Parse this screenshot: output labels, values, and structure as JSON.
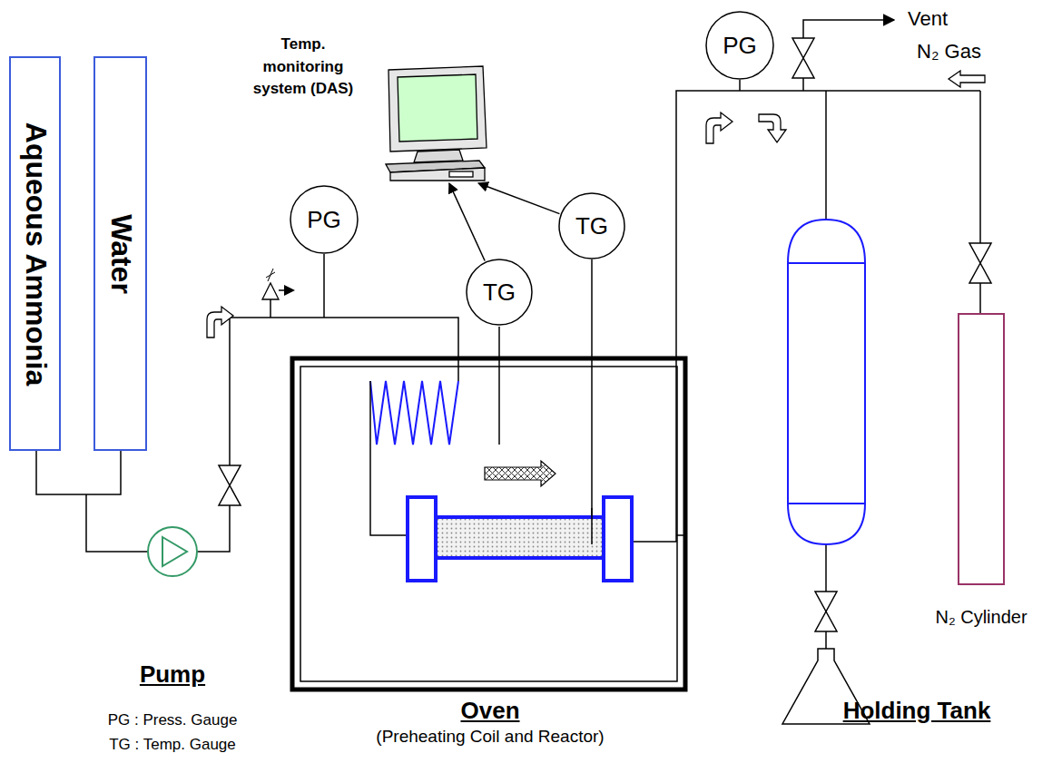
{
  "diagram": {
    "nodes": [
      {
        "text": [
          "Aqueous Ammonia"
        ]
      },
      {
        "text": [
          "Water"
        ]
      },
      {
        "text": [
          "Temp. monitoring system (DAS)"
        ]
      },
      {
        "text": [
          "PG"
        ]
      },
      {
        "text": [
          "TG"
        ]
      },
      {
        "text": [
          "TG"
        ]
      },
      {
        "text": [
          "PG"
        ]
      },
      {
        "text": [
          "N₂ Cylinder"
        ]
      }
    ],
    "edges": [
      {
        "from": 5,
        "to": 2,
        "arrow": "to"
      },
      {
        "from": 4,
        "to": 2,
        "arrow": "to"
      }
    ],
    "labels": [
      "Pump",
      "PG : Press. Gauge",
      "TG : Temp. Gauge",
      "Oven",
      "(Preheating Coil and Reactor)",
      "Holding Tank",
      "Vent",
      "N₂ Gas"
    ]
  }
}
